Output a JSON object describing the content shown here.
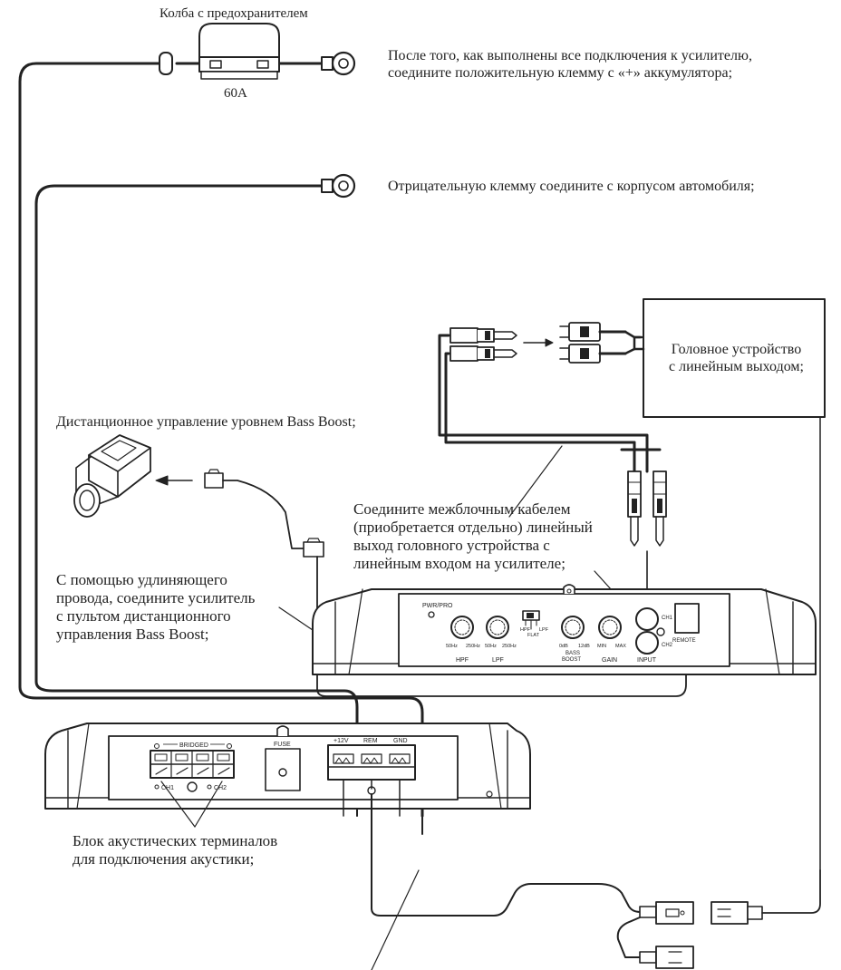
{
  "labels": {
    "fuse_holder_title": "Колба с предохранителем",
    "fuse_rating": "60A",
    "positive_instruction": "После того, как выполнены все подключения к усилителю,\nсоедините положительную клемму с «+» аккумулятора;",
    "negative_instruction": "Отрицательную клемму соедините с корпусом автомобиля;",
    "head_unit": "Головное устройство\nс линейным выходом;",
    "bass_remote_title": "Дистанционное управление уровнем Bass Boost;",
    "interconnect_note": "Соедините межблочным кабелем\n(приобретается отдельно) линейный\nвыход головного устройства с\nлинейным входом на усилителе;",
    "extension_note": "С помощью удлиняющего\nпровода, соедините усилитель\nс пультом дистанционного\nуправления Bass Boost;",
    "speaker_block": "Блок акустических терминалов\nдля подключения акустики;"
  },
  "amp_front_panel": {
    "pwr_pro": "PWR/PRO",
    "hpf_min": "50Hz",
    "hpf_max": "250Hz",
    "hpf_label": "HPF",
    "lpf_min": "50Hz",
    "lpf_max": "250Hz",
    "lpf_label": "LPF",
    "switch_hpf": "HPF",
    "switch_lpf": "LPF",
    "switch_flat": "FLAT",
    "bass_min": "0dB",
    "bass_max": "12dB",
    "bass_label_1": "BASS",
    "bass_label_2": "BOOST",
    "gain_min": "MIN",
    "gain_max": "MAX",
    "gain_label": "GAIN",
    "ch1": "CH1",
    "ch2": "CH2",
    "input_label": "INPUT",
    "remote_label": "REMOTE"
  },
  "amp_rear_panel": {
    "bridged": "BRIDGED",
    "ch1": "CH1",
    "ch2": "CH2",
    "fuse": "FUSE",
    "plus12v": "+12V",
    "rem": "REM",
    "gnd": "GND"
  }
}
